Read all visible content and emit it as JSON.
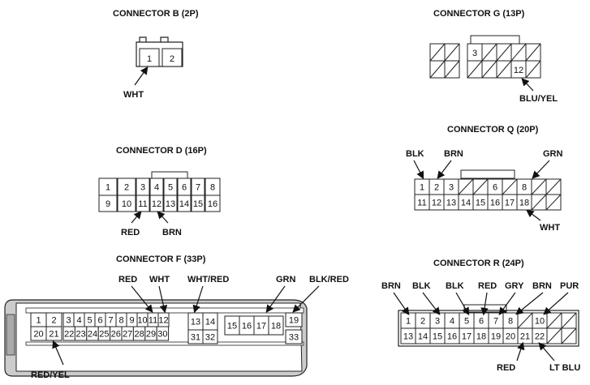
{
  "connectors": {
    "b": {
      "title": "CONNECTOR B (2P)",
      "pins": [
        "1",
        "2"
      ],
      "wires": [
        "WHT"
      ]
    },
    "g": {
      "title": "CONNECTOR G (13P)",
      "pins": [
        "3",
        "12"
      ],
      "wires": [
        "BLU/YEL"
      ]
    },
    "d": {
      "title": "CONNECTOR D (16P)",
      "row1": [
        "1",
        "2",
        "3",
        "4",
        "5",
        "6",
        "7",
        "8"
      ],
      "row2": [
        "9",
        "10",
        "11",
        "12",
        "13",
        "14",
        "15",
        "16"
      ],
      "wires": [
        "RED",
        "BRN"
      ]
    },
    "q": {
      "title": "CONNECTOR Q (20P)",
      "row1": [
        "1",
        "2",
        "3",
        "6",
        "8"
      ],
      "row2": [
        "11",
        "12",
        "13",
        "14",
        "15",
        "16",
        "17",
        "18"
      ],
      "wires": [
        "BLK",
        "BRN",
        "GRN",
        "WHT"
      ]
    },
    "f": {
      "title": "CONNECTOR F (33P)",
      "row1": [
        "1",
        "2",
        "3",
        "4",
        "5",
        "6",
        "7",
        "8",
        "9",
        "10",
        "11",
        "12",
        "13",
        "14",
        "15",
        "16",
        "17",
        "18",
        "19"
      ],
      "row2": [
        "20",
        "21",
        "22",
        "23",
        "24",
        "25",
        "26",
        "27",
        "28",
        "29",
        "30",
        "31",
        "32",
        "33"
      ],
      "wires": [
        "RED",
        "WHT",
        "WHT/RED",
        "GRN",
        "BLK/RED",
        "RED/YEL"
      ]
    },
    "r": {
      "title": "CONNECTOR R (24P)",
      "row1": [
        "1",
        "2",
        "3",
        "4",
        "5",
        "6",
        "7",
        "8",
        "10"
      ],
      "row2": [
        "13",
        "14",
        "15",
        "16",
        "17",
        "18",
        "19",
        "20",
        "21",
        "22"
      ],
      "wires": [
        "BRN",
        "BLK",
        "BLK",
        "RED",
        "GRY",
        "BRN",
        "PUR",
        "RED",
        "LT BLU"
      ]
    }
  }
}
